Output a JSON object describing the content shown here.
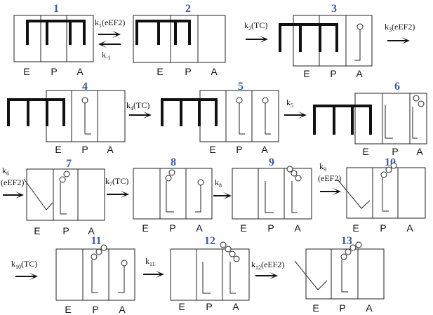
{
  "sites": [
    "E",
    "P",
    "A"
  ],
  "states": [
    {
      "num": "1"
    },
    {
      "num": "2"
    },
    {
      "num": "3"
    },
    {
      "num": "4"
    },
    {
      "num": "5"
    },
    {
      "num": "6"
    },
    {
      "num": "7"
    },
    {
      "num": "8"
    },
    {
      "num": "9"
    },
    {
      "num": "10"
    },
    {
      "num": "11"
    },
    {
      "num": "12"
    },
    {
      "num": "13"
    }
  ],
  "steps": [
    {
      "k": "k",
      "sub": "1",
      "arg": "(eEF2)"
    },
    {
      "k": "k",
      "sub": "-1",
      "arg": ""
    },
    {
      "k": "k",
      "sub": "2",
      "arg": "(TC)"
    },
    {
      "k": "k",
      "sub": "3",
      "arg": "(eEF2)"
    },
    {
      "k": "k",
      "sub": "4",
      "arg": "(TC)"
    },
    {
      "k": "k",
      "sub": "5",
      "arg": ""
    },
    {
      "k": "k",
      "sub": "6",
      "arg": "(eEF2)"
    },
    {
      "k": "k",
      "sub": "7",
      "arg": "(TC)"
    },
    {
      "k": "k",
      "sub": "8",
      "arg": ""
    },
    {
      "k": "k",
      "sub": "9",
      "arg": "(eEF2)"
    },
    {
      "k": "k",
      "sub": "10",
      "arg": "(TC)"
    },
    {
      "k": "k",
      "sub": "11",
      "arg": ""
    },
    {
      "k": "k",
      "sub": "12",
      "arg": "(eEF2)"
    }
  ]
}
